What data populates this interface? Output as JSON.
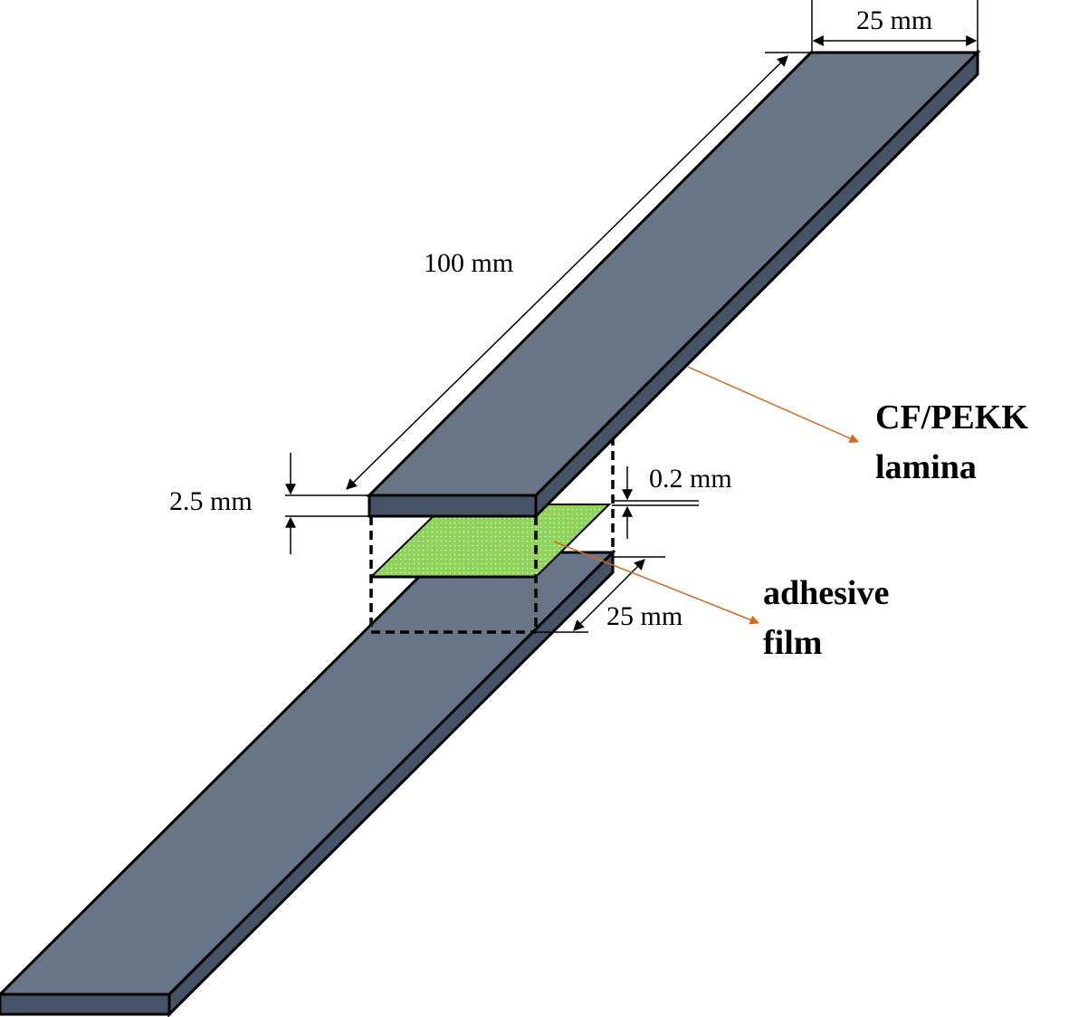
{
  "dimensions": {
    "width_top": "25 mm",
    "length": "100 mm",
    "thickness": "2.5 mm",
    "adhesive_thickness": "0.2 mm",
    "overlap": "25 mm"
  },
  "labels": {
    "lamina_line1": "CF/PEKK",
    "lamina_line2": "lamina",
    "adhesive_line1": "adhesive",
    "adhesive_line2": "film"
  },
  "colors": {
    "strip_top": "#687587",
    "strip_side": "#465367",
    "adhesive": "#8ed35a",
    "leader": "#d2691e"
  }
}
